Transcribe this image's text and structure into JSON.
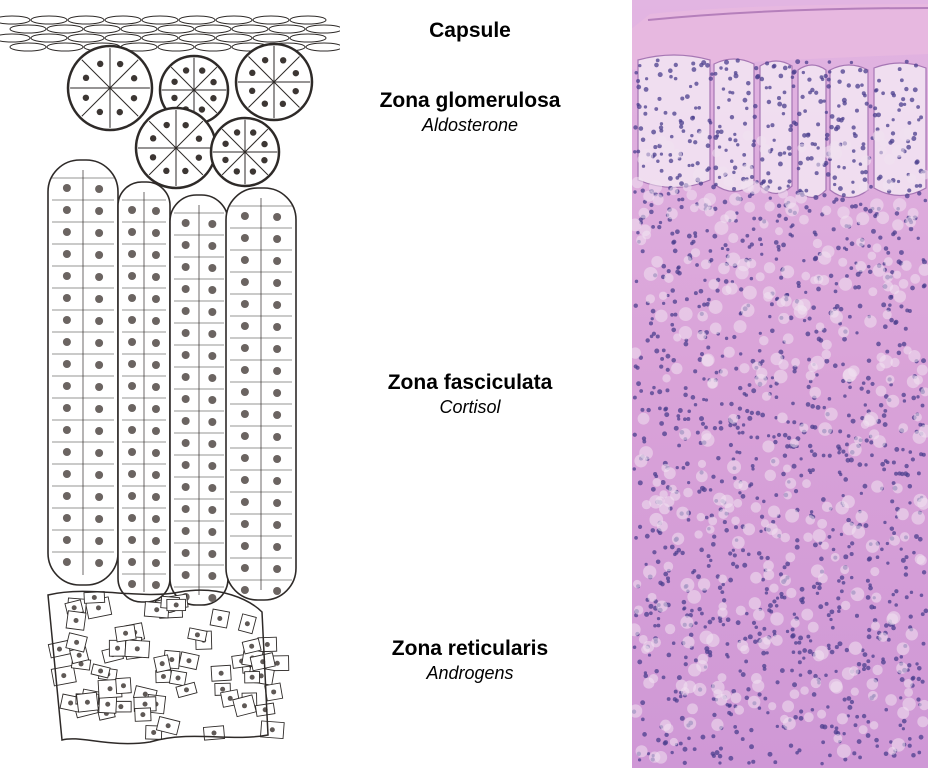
{
  "zones": [
    {
      "id": "capsule",
      "name": "Capsule",
      "hormone": ""
    },
    {
      "id": "glomerulosa",
      "name": "Zona glomerulosa",
      "hormone": "Aldosterone"
    },
    {
      "id": "fasciculata",
      "name": "Zona fasciculata",
      "hormone": "Cortisol"
    },
    {
      "id": "reticularis",
      "name": "Zona reticularis",
      "hormone": "Androgens"
    }
  ],
  "colors": {
    "ink": "#2e2a28",
    "nucleus": "#3c3633",
    "he_background": "#d9a2d8",
    "he_nucleus": "#4b3f8e",
    "capsule_pink": "#e7b8e0"
  }
}
